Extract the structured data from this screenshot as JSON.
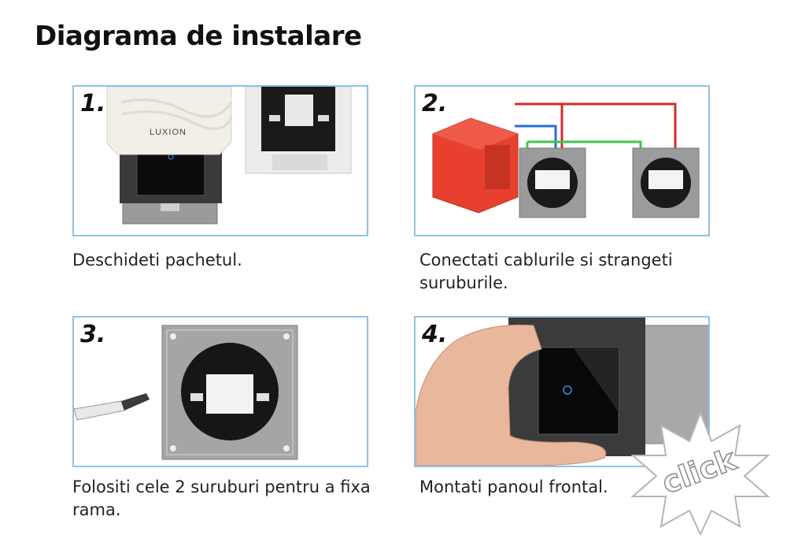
{
  "page": {
    "title": "Diagrama de instalare"
  },
  "steps": [
    {
      "number": "1.",
      "caption": "Deschideti pachetul.",
      "brand": "LUXION"
    },
    {
      "number": "2.",
      "caption": "Conectati cablurile si strangeti suruburile."
    },
    {
      "number": "3.",
      "caption": "Folositi cele 2 suruburi pentru a fixa rama."
    },
    {
      "number": "4.",
      "caption": "Montati panoul frontal."
    }
  ],
  "badge": {
    "text": "click"
  },
  "colors": {
    "frame_border": "#8ec3e6",
    "wire_red": "#d42a2a",
    "wire_blue": "#2a6fd4",
    "wire_green": "#3cc94a",
    "box_red": "#e8402f",
    "metal_gray": "#9a9a9a"
  }
}
